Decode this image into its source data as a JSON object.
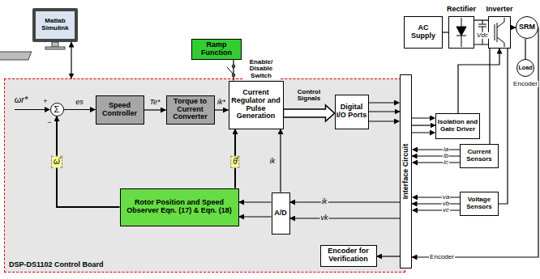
{
  "diagram": {
    "nodes": [
      {
        "text": [
          "DSP-DS1102 Control Board"
        ]
      },
      {
        "text": [
          "Matlab Simulink"
        ]
      },
      {
        "text": [
          "Ramp Function"
        ]
      },
      {
        "text": [
          "AC Supply"
        ]
      },
      {
        "text": [
          "Rectifier"
        ]
      },
      {
        "text": [
          "Inverter"
        ]
      },
      {
        "text": [
          "SRM"
        ]
      },
      {
        "text": [
          "Load"
        ]
      },
      {
        "text": [
          "Σ"
        ],
        "in": 0
      },
      {
        "text": [
          "Speed Controller"
        ],
        "in": 0
      },
      {
        "text": [
          "Torque to Current Converter"
        ],
        "in": 0
      },
      {
        "text": [
          "Current Regulator and Pulse Generation"
        ],
        "in": 0
      },
      {
        "text": [
          "Digital I/O Ports"
        ],
        "in": 0
      },
      {
        "text": [
          "A/D"
        ],
        "in": 0
      },
      {
        "text": [
          "Rotor Position and Speed Observer Eqn. (17) & Eqn. (18)"
        ],
        "in": 0
      },
      {
        "text": [
          "Encoder for Verification"
        ],
        "in": 0
      },
      {
        "text": [
          "Interface Circuit"
        ]
      },
      {
        "text": [
          "Isolation and Gate Driver"
        ]
      },
      {
        "text": [
          "Current Sensors"
        ]
      },
      {
        "text": [
          "Voltage Sensors"
        ]
      }
    ],
    "edges": [
      {
        "from": 1,
        "to": 0,
        "arrow": "both"
      },
      {
        "from": 8,
        "to": 9,
        "label": "es",
        "arrow": "to"
      },
      {
        "from": 9,
        "to": 10,
        "label": "Te*",
        "arrow": "to"
      },
      {
        "from": 10,
        "to": 11,
        "label": "ik*",
        "arrow": "to"
      },
      {
        "from": 2,
        "to": 11,
        "arrow": "none"
      },
      {
        "from": 11,
        "to": 12,
        "label": "Control Signals",
        "arrow": "to"
      },
      {
        "from": 12,
        "to": 16,
        "arrow": "to"
      },
      {
        "from": 16,
        "to": 17,
        "arrow": "to"
      },
      {
        "from": 17,
        "to": 5,
        "arrow": "to"
      },
      {
        "from": 3,
        "to": 4,
        "arrow": "none"
      },
      {
        "from": 4,
        "to": 5,
        "arrow": "none"
      },
      {
        "from": 5,
        "to": 6,
        "arrow": "to"
      },
      {
        "from": 6,
        "to": 7,
        "arrow": "none"
      },
      {
        "from": 5,
        "to": 18,
        "arrow": "none"
      },
      {
        "from": 5,
        "to": 19,
        "arrow": "none"
      },
      {
        "from": 18,
        "to": 16,
        "arrow": "to"
      },
      {
        "from": 19,
        "to": 16,
        "arrow": "to"
      },
      {
        "from": 6,
        "to": 16,
        "label": "Encoder",
        "arrow": "to"
      },
      {
        "from": 16,
        "to": 13,
        "label": "ik",
        "arrow": "to"
      },
      {
        "from": 16,
        "to": 13,
        "label": "vk",
        "arrow": "to"
      },
      {
        "from": 13,
        "to": 11,
        "label": "ik",
        "arrow": "to"
      },
      {
        "from": 13,
        "to": 14,
        "arrow": "to"
      },
      {
        "from": 13,
        "to": 14,
        "arrow": "to"
      },
      {
        "from": 14,
        "to": 11,
        "label": "θ̂",
        "arrow": "to"
      },
      {
        "from": 14,
        "to": 8,
        "label": "ω̂",
        "arrow": "to"
      },
      {
        "from": 16,
        "to": 15,
        "arrow": "to"
      }
    ],
    "labels": [
      "ωr*",
      "+",
      "−",
      "Enable/ Disable Switch",
      "Vdc",
      "Encoder",
      "ia",
      "ib",
      "ic",
      "va",
      "vb",
      "vc"
    ]
  }
}
